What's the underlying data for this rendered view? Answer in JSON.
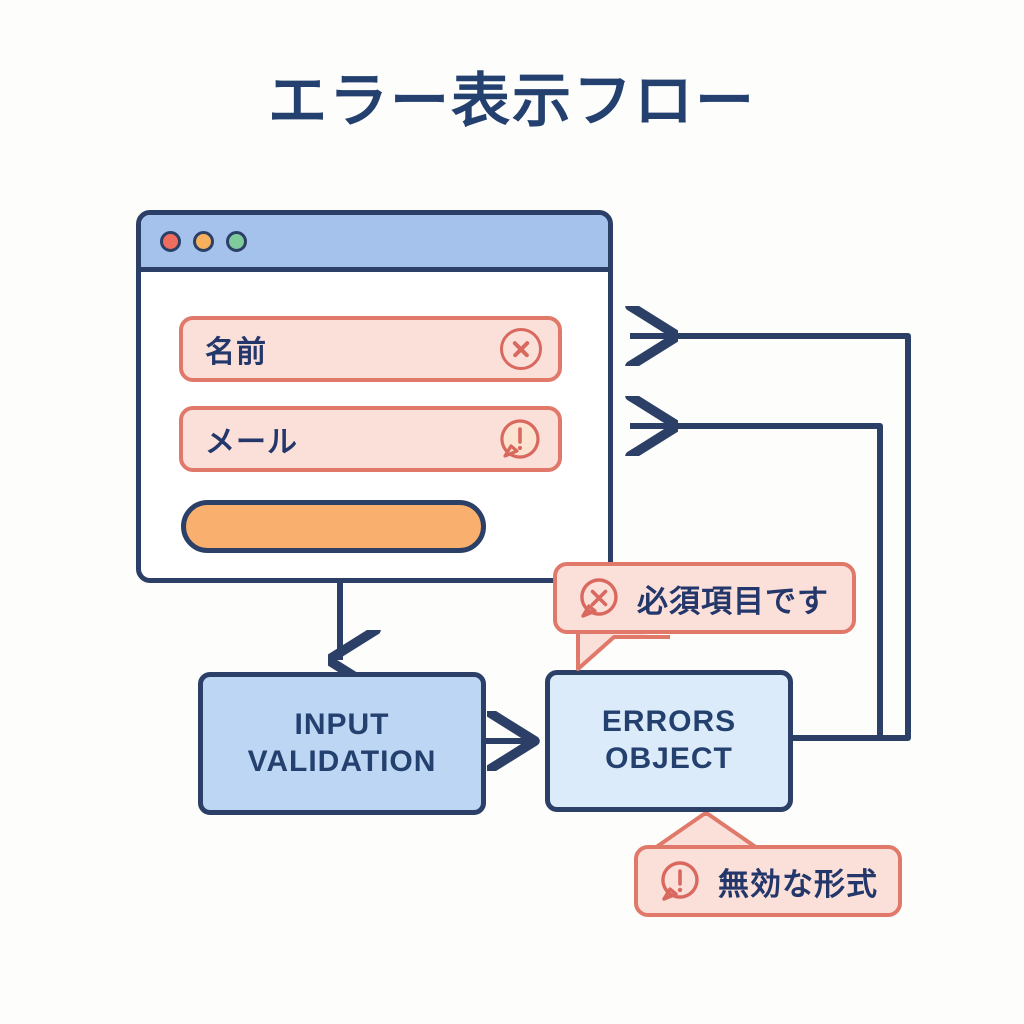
{
  "title": "エラー表示フロー",
  "background_color": "#fdfdfc",
  "colors": {
    "navy": "#2b3f67",
    "navy_text": "#24406e",
    "titlebar_blue": "#a5c2ec",
    "box_blue": "#bdd6f4",
    "box_light_blue": "#dcebfa",
    "error_border": "#e0796a",
    "error_fill": "#fbe0da",
    "button_orange": "#f9b06e",
    "dot_red": "#ef6d5e",
    "dot_yellow": "#f7b15e",
    "dot_green": "#7fcb9b"
  },
  "browser": {
    "titlebar": {
      "dots": [
        {
          "name": "close-dot",
          "color": "#ef6d5e"
        },
        {
          "name": "minimize-dot",
          "color": "#f7b15e"
        },
        {
          "name": "maximize-dot",
          "color": "#7fcb9b"
        }
      ]
    },
    "fields": [
      {
        "label": "名前",
        "state": "error",
        "icon": "error-circle-x-icon"
      },
      {
        "label": "メール",
        "state": "warning",
        "icon": "warning-bubble-icon"
      }
    ],
    "submit_button": {
      "label": "",
      "color": "#f9b06e"
    }
  },
  "flow": {
    "nodes": [
      {
        "id": "input-validation",
        "label": "INPUT\nVALIDATION",
        "line1": "INPUT",
        "line2": "VALIDATION"
      },
      {
        "id": "errors-object",
        "label": "ERRORS\nOBJECT",
        "line1": "ERRORS",
        "line2": "OBJECT"
      }
    ]
  },
  "tooltips": [
    {
      "id": "required-tooltip",
      "text": "必須項目です",
      "icon": "bubble-x-icon",
      "tail": "down-left"
    },
    {
      "id": "invalid-format-tooltip",
      "text": "無効な形式",
      "icon": "bubble-warning-icon",
      "tail": "up-left"
    }
  ],
  "connectors": [
    {
      "from": "browser-window",
      "to": "input-validation",
      "direction": "down"
    },
    {
      "from": "input-validation",
      "to": "errors-object",
      "direction": "right"
    },
    {
      "from": "errors-object",
      "to": "name-field",
      "direction": "left-feedback-outer"
    },
    {
      "from": "errors-object",
      "to": "email-field",
      "direction": "left-feedback-inner"
    }
  ]
}
